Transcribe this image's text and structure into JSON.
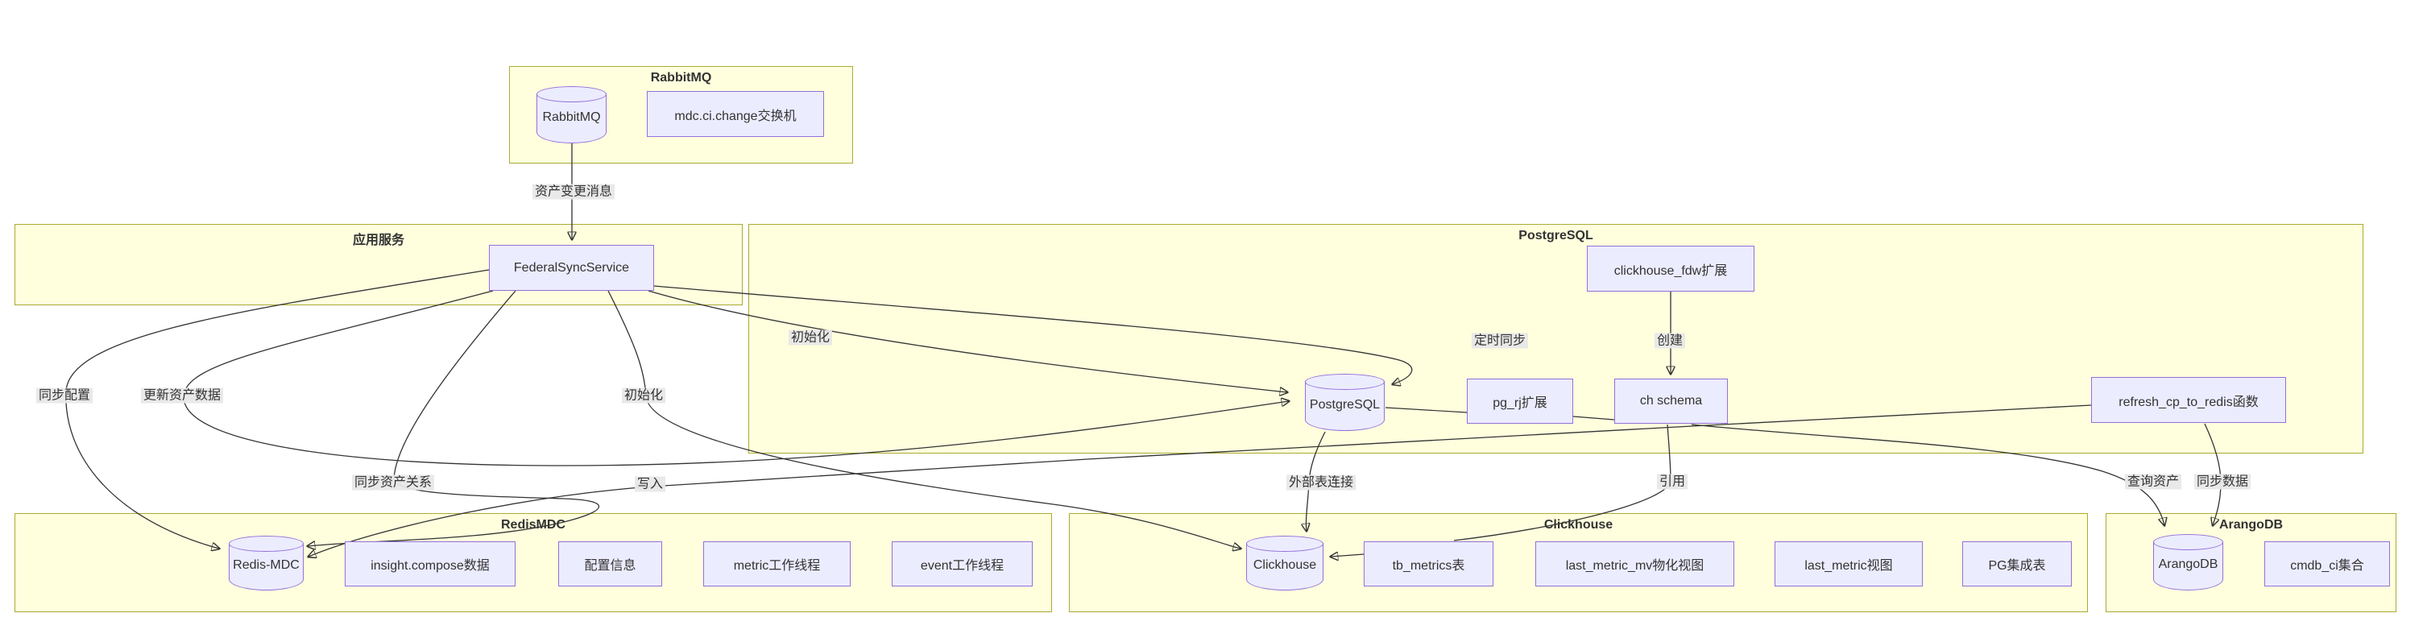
{
  "diagram": {
    "colors": {
      "node_fill": "#ECECFF",
      "node_border": "#9370DB",
      "subgraph_fill": "#FFFFDE",
      "subgraph_border": "#AAAA33",
      "edge": "#333333",
      "edge_label_bg": "#E8E8E8"
    },
    "subgraphs": [
      {
        "id": "rabbitmq",
        "title": "RabbitMQ",
        "nodes": [
          {
            "label": "RabbitMQ",
            "shape": "cylinder"
          },
          {
            "label": "mdc.ci.change交换机",
            "shape": "rect"
          }
        ]
      },
      {
        "id": "app-services",
        "title": "应用服务",
        "nodes": [
          {
            "label": "FederalSyncService",
            "shape": "rect"
          }
        ]
      },
      {
        "id": "postgresql",
        "title": "PostgreSQL",
        "nodes": [
          {
            "label": "clickhouse_fdw扩展",
            "shape": "rect"
          },
          {
            "label": "PostgreSQL",
            "shape": "cylinder"
          },
          {
            "label": "pg_rj扩展",
            "shape": "rect"
          },
          {
            "label": "ch schema",
            "shape": "rect"
          },
          {
            "label": "refresh_cp_to_redis函数",
            "shape": "rect"
          }
        ]
      },
      {
        "id": "redismdc",
        "title": "RedisMDC",
        "nodes": [
          {
            "label": "Redis-MDC",
            "shape": "cylinder"
          },
          {
            "label": "insight.compose数据",
            "shape": "rect"
          },
          {
            "label": "配置信息",
            "shape": "rect"
          },
          {
            "label": "metric工作线程",
            "shape": "rect"
          },
          {
            "label": "event工作线程",
            "shape": "rect"
          }
        ]
      },
      {
        "id": "clickhouse",
        "title": "Clickhouse",
        "nodes": [
          {
            "label": "Clickhouse",
            "shape": "cylinder"
          },
          {
            "label": "tb_metrics表",
            "shape": "rect"
          },
          {
            "label": "last_metric_mv物化视图",
            "shape": "rect"
          },
          {
            "label": "last_metric视图",
            "shape": "rect"
          },
          {
            "label": "PG集成表",
            "shape": "rect"
          }
        ]
      },
      {
        "id": "arangodb",
        "title": "ArangoDB",
        "nodes": [
          {
            "label": "ArangoDB",
            "shape": "cylinder"
          },
          {
            "label": "cmdb_ci集合",
            "shape": "rect"
          }
        ]
      }
    ],
    "edges": [
      {
        "from": "RabbitMQ",
        "to": "FederalSyncService",
        "label": "资产变更消息"
      },
      {
        "from": "FederalSyncService",
        "to": "Redis-MDC",
        "label": "同步配置"
      },
      {
        "from": "FederalSyncService",
        "to": "PostgreSQL",
        "label": "更新资产数据"
      },
      {
        "from": "FederalSyncService",
        "to": "PostgreSQL",
        "label": "初始化"
      },
      {
        "from": "FederalSyncService",
        "to": "PostgreSQL",
        "label": "定时同步"
      },
      {
        "from": "FederalSyncService",
        "to": "Clickhouse",
        "label": "初始化"
      },
      {
        "from": "FederalSyncService",
        "to": "Redis-MDC",
        "label": "同步资产关系"
      },
      {
        "from": "refresh_cp_to_redis函数",
        "to": "Redis-MDC",
        "label": "写入"
      },
      {
        "from": "PostgreSQL",
        "to": "Clickhouse",
        "label": "外部表连接"
      },
      {
        "from": "ch schema",
        "to": "tb_metrics表",
        "label": "引用"
      },
      {
        "from": "ch schema",
        "to": "ArangoDB",
        "label": "查询资产"
      },
      {
        "from": "refresh_cp_to_redis函数",
        "to": "ArangoDB",
        "label": "同步数据"
      },
      {
        "from": "clickhouse_fdw扩展",
        "to": "ch schema",
        "label": "创建"
      },
      {
        "from": "tb_metrics表",
        "to": "Clickhouse",
        "label": ""
      },
      {
        "from": "PostgreSQL",
        "to": "pg_rj扩展",
        "label": ""
      },
      {
        "from": "pg_rj扩展",
        "to": "ch schema",
        "label": ""
      }
    ]
  }
}
